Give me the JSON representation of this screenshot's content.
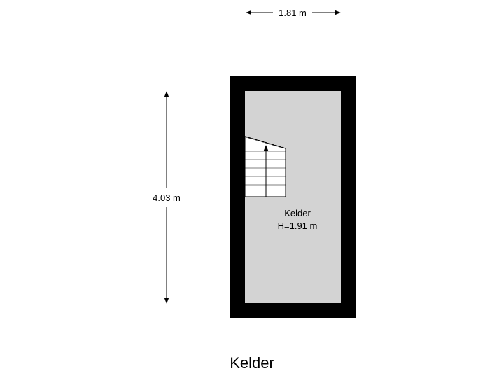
{
  "dimensions": {
    "width_label": "1.81 m",
    "length_label": "4.03 m"
  },
  "room": {
    "name": "Kelder",
    "height_label": "H=1.91 m"
  },
  "floor_title": "Kelder",
  "colors": {
    "wall": "#000000",
    "floor": "#d3d3d3",
    "stair": "#ffffff",
    "line": "#000000"
  }
}
